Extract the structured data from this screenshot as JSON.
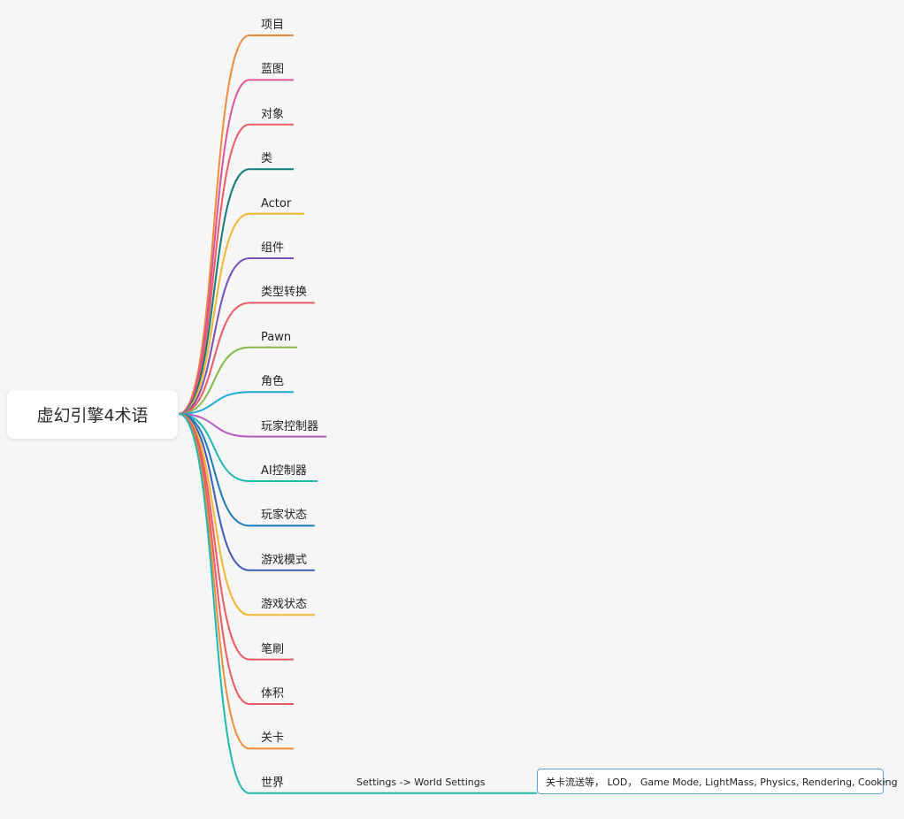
{
  "root": {
    "label": "虚幻引擎4术语"
  },
  "branches": [
    {
      "label": "项目",
      "color": "#ef8c3c"
    },
    {
      "label": "蓝图",
      "color": "#d9569c"
    },
    {
      "label": "对象",
      "color": "#ea5b63"
    },
    {
      "label": "类",
      "color": "#137a7a"
    },
    {
      "label": "Actor",
      "color": "#f2b632"
    },
    {
      "label": "组件",
      "color": "#7a4fb8"
    },
    {
      "label": "类型转换",
      "color": "#ea5b63"
    },
    {
      "label": "Pawn",
      "color": "#86b84c"
    },
    {
      "label": "角色",
      "color": "#1ea9d8"
    },
    {
      "label": "玩家控制器",
      "color": "#b65bc2"
    },
    {
      "label": "AI控制器",
      "color": "#1fb8b0"
    },
    {
      "label": "玩家状态",
      "color": "#1f7ab8"
    },
    {
      "label": "游戏模式",
      "color": "#3c5bb8"
    },
    {
      "label": "游戏状态",
      "color": "#f2b632"
    },
    {
      "label": "笔刷",
      "color": "#ea5b63"
    },
    {
      "label": "体积",
      "color": "#ea5b63"
    },
    {
      "label": "关卡",
      "color": "#ef8c3c"
    },
    {
      "label": "世界",
      "color": "#1fb8b0"
    }
  ],
  "world_detail": {
    "sub_label": "Settings -> World Settings",
    "leaf_text": "关卡流送等， LOD， Game Mode, LightMass, Physics, Rendering, Cooking",
    "color": "#1fb8b0",
    "box_border_color": "#5aa4de"
  }
}
